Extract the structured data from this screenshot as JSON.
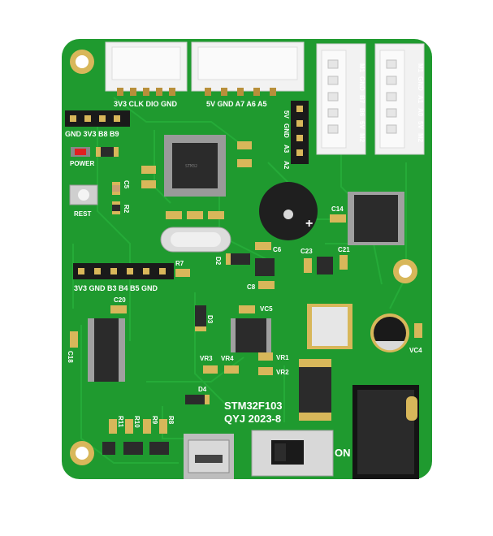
{
  "colors": {
    "pcb": "#1f9a2f",
    "pcb_edge": "#18822a",
    "trace": "#23ab36",
    "pad_gold": "#d8b75a",
    "silk": "#ffffff",
    "ic_body": "#2b2b2b",
    "led_red": "#e02020"
  },
  "board": {
    "title": "STM32F103",
    "subtitle": "QYJ 2023-8",
    "switch_label": "ON",
    "labels": {
      "power": "POWER",
      "reset": "REST",
      "vc5": "VC5",
      "vc4": "VC4",
      "vr1": "VR1",
      "vr2": "VR2",
      "vr3": "VR3",
      "vr4": "VR4",
      "d2": "D2",
      "d3": "D3",
      "d4": "D4",
      "c5": "C5",
      "c6": "C6",
      "c8": "C8",
      "c14": "C14",
      "c18": "C18",
      "c20": "C20",
      "c21": "C21",
      "c23": "C23",
      "r2": "R2",
      "r7": "R7",
      "r8": "R8",
      "r9": "R9",
      "r10": "R10",
      "r11": "R11"
    },
    "headers": {
      "debug": "3V3 CLK DIO GND",
      "analog": "5V GND A7 A6 A5",
      "side": [
        "5V",
        "GND",
        "A3",
        "A2"
      ],
      "left_top": "GND 3V3 B8 B9",
      "left_mid": "3V3 GND B3 B4 B5 GND",
      "motor_left": [
        "M1",
        "GND",
        "B7",
        "B6",
        "5V",
        "M2"
      ],
      "motor_right": [
        "M1",
        "GND",
        "A1",
        "A0",
        "5V",
        "M2"
      ]
    }
  }
}
